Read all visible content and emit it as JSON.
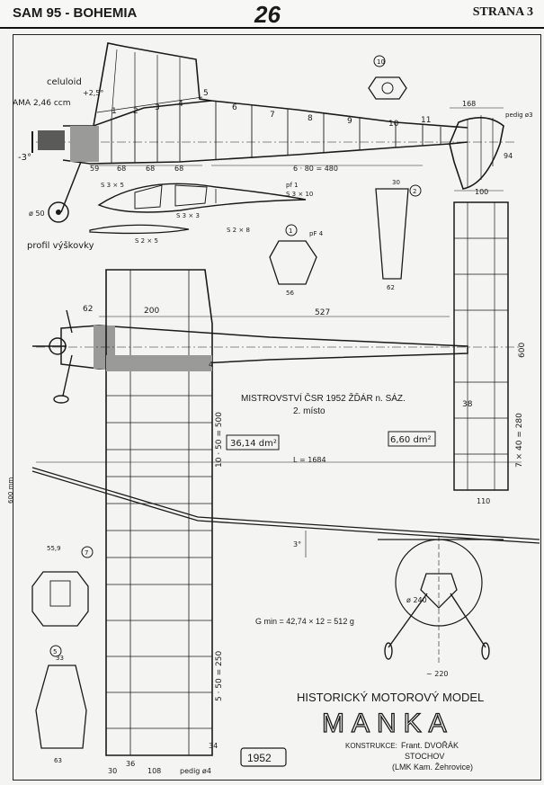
{
  "header": {
    "left": "SAM 95 - BOHEMIA",
    "page_number": "26",
    "right": "STRANA 3"
  },
  "labels": {
    "celuloid": "celuloid",
    "engine": "AMA 2,46 ccm",
    "dihedral_plus": "+2,5°",
    "downthrust": "-3°",
    "wheel_dia": "ø 50",
    "stab_profile": "profil výškovky",
    "stations_fuselage": [
      "1",
      "2",
      "3",
      "4",
      "5",
      "6",
      "7",
      "8",
      "9",
      "10",
      "11"
    ],
    "dim_59": "59",
    "dim_68a": "68",
    "dim_68b": "68",
    "dim_68c": "68",
    "dim_6x80": "6 · 80 = 480",
    "dim_94": "94",
    "dim_168": "168",
    "dim_100": "100",
    "pedig_3": "pedig ø3",
    "pedig_4": "pedig ø4",
    "s3x5": "S 3 × 5",
    "s3x3": "S 3 × 3",
    "s3x10": "S 3 × 10",
    "s2x8": "S 2 × 8",
    "s2x5": "S 2 × 5",
    "pf1": "pf 1",
    "pf4": "pF 4",
    "plan_62": "62",
    "plan_200": "200",
    "plan_527": "527",
    "plan_600": "600",
    "plan_38": "38",
    "stab_7x40": "7 × 40 = 280",
    "stab_110": "110",
    "wing_10x50": "10 · 50 = 500",
    "wing_5x50": "5 · 50 = 250",
    "wing_600mm": "600 mm",
    "wing_4": "4",
    "wing_34": "34",
    "dihedral_3": "3°",
    "contest_line1": "MISTROVSTVÍ ČSR 1952 ŽĎÁR n. SÁZ.",
    "contest_line2": "2. místo",
    "area_wing": "36,14 dm²",
    "area_stab": "6,60 dm²",
    "length": "L = 1684",
    "weight": "G min = 42,74 × 12 = 512 g",
    "gear_240": "ø 240",
    "gear_220": "~ 220",
    "dim_30": "30",
    "dim_56": "56",
    "dim_62b": "62",
    "dim_55_9": "55,9",
    "dim_33": "33",
    "dim_63": "63",
    "dim_36": "36",
    "dim_108": "108",
    "dim_30b": "30",
    "year": "1952"
  },
  "formers": [
    "1",
    "2",
    "5",
    "7",
    "10"
  ],
  "title_block": {
    "line1": "HISTORICKÝ MOTOROVÝ MODEL",
    "name": "MANKA",
    "designer_prefix": "KONSTRUKCE:",
    "designer": "Frant. DVOŘÁK",
    "town": "STOCHOV",
    "club": "(LMK Kam. Žehrovice)"
  }
}
